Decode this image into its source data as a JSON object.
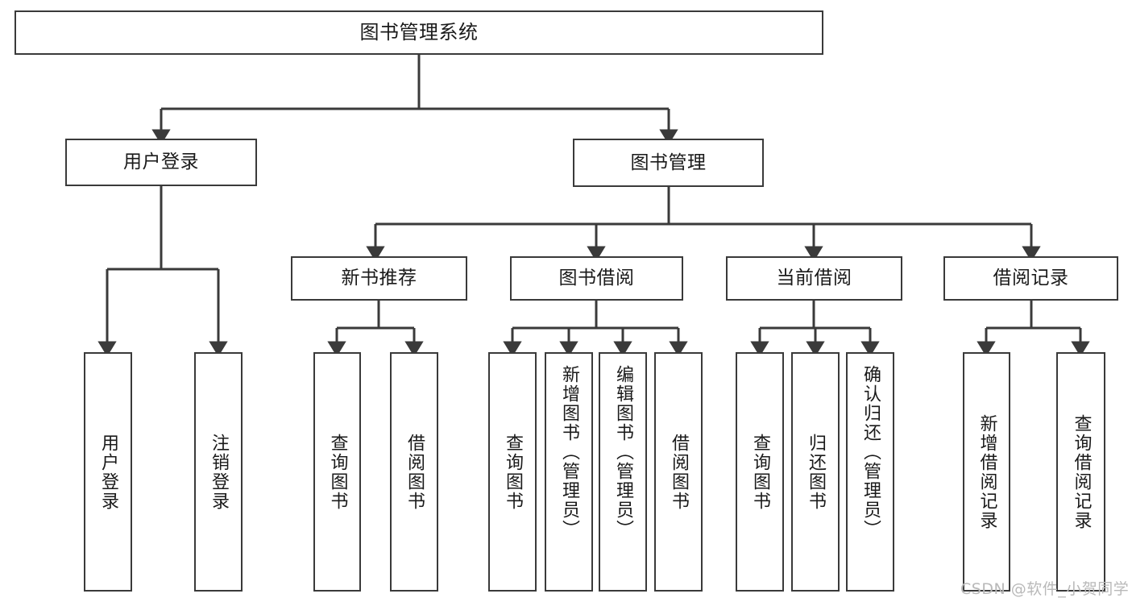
{
  "diagram": {
    "title": "图书管理系统",
    "type": "tree-hierarchy",
    "root": {
      "label": "图书管理系统"
    },
    "level1": [
      {
        "id": "user-login",
        "label": "用户登录"
      },
      {
        "id": "book-manage",
        "label": "图书管理"
      }
    ],
    "level2": [
      {
        "id": "new-book-recommend",
        "label": "新书推荐",
        "parent": "book-manage"
      },
      {
        "id": "book-borrow",
        "label": "图书借阅",
        "parent": "book-manage"
      },
      {
        "id": "current-borrow",
        "label": "当前借阅",
        "parent": "book-manage"
      },
      {
        "id": "borrow-record",
        "label": "借阅记录",
        "parent": "book-manage"
      }
    ],
    "leaves": [
      {
        "id": "leaf-user-login",
        "label": "用户登录",
        "parent": "user-login"
      },
      {
        "id": "leaf-logout-login",
        "label": "注销登录",
        "parent": "user-login"
      },
      {
        "id": "leaf-query-book-1",
        "label": "查询图书",
        "parent": "new-book-recommend"
      },
      {
        "id": "leaf-borrow-book-1",
        "label": "借阅图书",
        "parent": "new-book-recommend"
      },
      {
        "id": "leaf-query-book-2",
        "label": "查询图书",
        "parent": "book-borrow"
      },
      {
        "id": "leaf-add-book",
        "label": "新增图书（管理员）",
        "parent": "book-borrow"
      },
      {
        "id": "leaf-edit-book",
        "label": "编辑图书（管理员）",
        "parent": "book-borrow"
      },
      {
        "id": "leaf-borrow-book-2",
        "label": "借阅图书",
        "parent": "book-borrow"
      },
      {
        "id": "leaf-query-book-3",
        "label": "查询图书",
        "parent": "current-borrow"
      },
      {
        "id": "leaf-return-book",
        "label": "归还图书",
        "parent": "current-borrow"
      },
      {
        "id": "leaf-confirm-return",
        "label": "确认归还（管理员）",
        "parent": "current-borrow"
      },
      {
        "id": "leaf-add-record",
        "label": "新增借阅记录",
        "parent": "borrow-record"
      },
      {
        "id": "leaf-query-record",
        "label": "查询借阅记录",
        "parent": "borrow-record"
      }
    ]
  },
  "watermark": {
    "text": "CSDN @软件_小贺同学"
  },
  "colors": {
    "stroke": "#3a3a3a",
    "fill": "#ffffff",
    "text": "#1a1a1a",
    "watermark": "#b9b9b9"
  }
}
